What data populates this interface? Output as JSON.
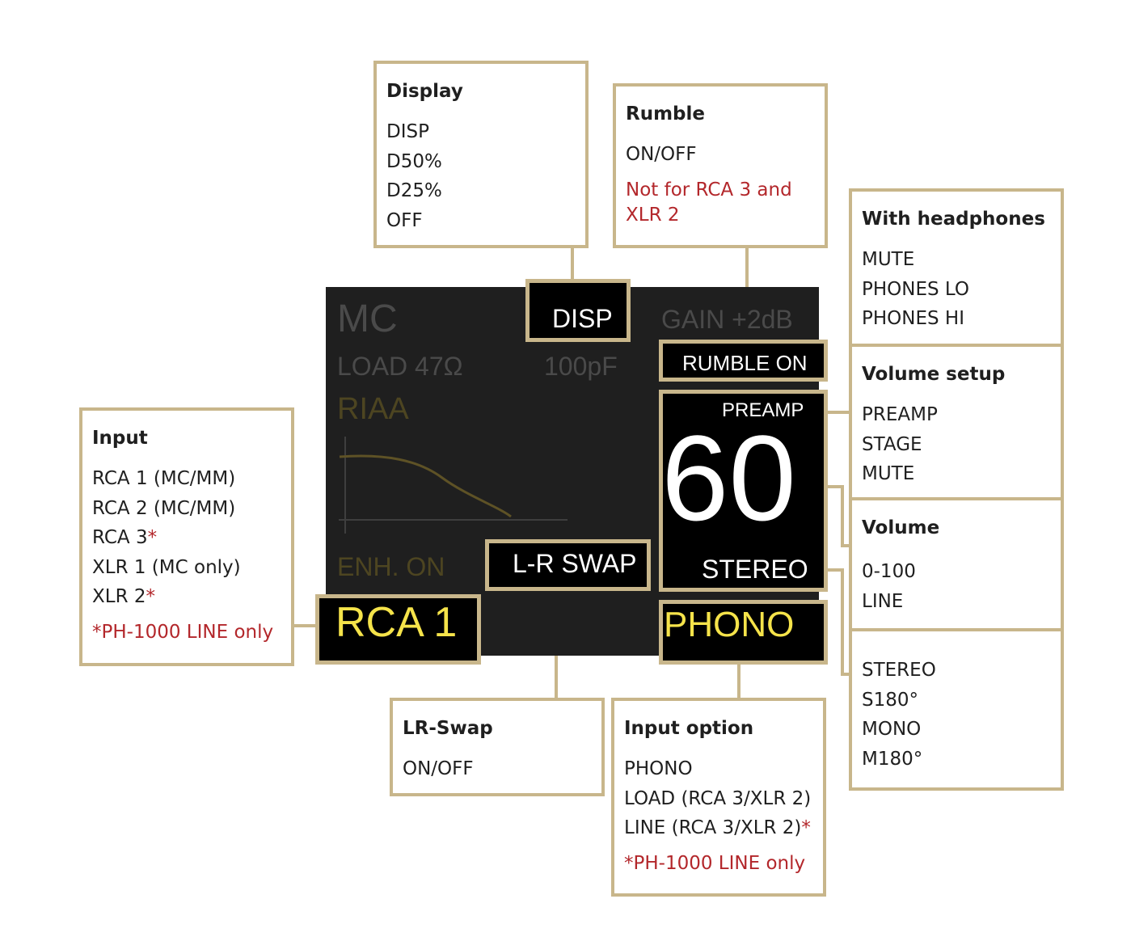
{
  "colors": {
    "accent_border": "#c8b68b",
    "screen_bg": "#1f1f1f",
    "highlight_yellow": "#f5e34a",
    "note_red": "#b3272b"
  },
  "screen": {
    "mode": "MC",
    "gain": "GAIN +2dB",
    "load": "LOAD 47Ω",
    "capacitance": "100pF",
    "eq_curve": "RIAA",
    "enhancement": "ENH. ON",
    "disp_label": "DISP",
    "rumble_label": "RUMBLE ON",
    "volume_mode": "PREAMP",
    "volume_value": "60",
    "channel_mode": "STEREO",
    "swap_label": "L-R SWAP",
    "input_label": "RCA 1",
    "input_option_label": "PHONO"
  },
  "callouts": {
    "display": {
      "title": "Display",
      "items": [
        "DISP",
        "D50%",
        "D25%",
        "OFF"
      ]
    },
    "rumble": {
      "title": "Rumble",
      "items": [
        "ON/OFF"
      ],
      "note_line1": "Not for RCA 3 and",
      "note_line2": "XLR 2"
    },
    "headphones": {
      "title": "With headphones",
      "items": [
        "MUTE",
        "PHONES LO",
        "PHONES HI"
      ]
    },
    "volume_setup": {
      "title": "Volume setup",
      "items": [
        "PREAMP",
        "STAGE",
        "MUTE"
      ]
    },
    "volume": {
      "title": "Volume",
      "items": [
        "0-100",
        "LINE"
      ]
    },
    "channel": {
      "items": [
        "STEREO",
        "S180°",
        "MONO",
        "M180°"
      ]
    },
    "input": {
      "title": "Input",
      "items": [
        "RCA 1 (MC/MM)",
        "RCA 2 (MC/MM)",
        "RCA 3",
        "XLR 1 (MC only)",
        "XLR 2"
      ],
      "asterisk": "*",
      "note": "*PH-1000 LINE only"
    },
    "lrswap": {
      "title": "LR-Swap",
      "items": [
        "ON/OFF"
      ]
    },
    "input_option": {
      "title": "Input option",
      "items": [
        "PHONO",
        "LOAD (RCA 3/XLR 2)",
        "LINE (RCA 3/XLR 2)"
      ],
      "asterisk": "*",
      "note": "*PH-1000 LINE only"
    }
  }
}
